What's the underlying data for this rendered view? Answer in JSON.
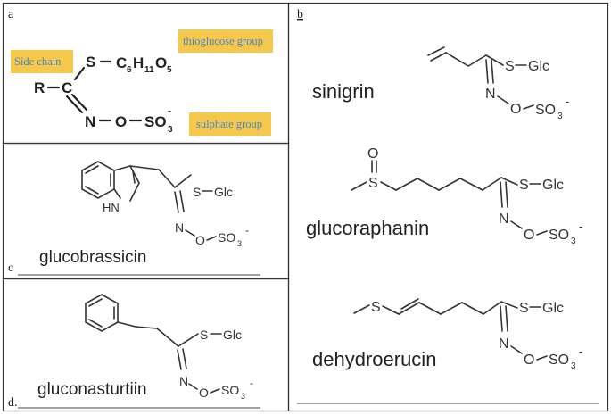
{
  "panels": {
    "a": {
      "letter": "a",
      "side_chain_label": "Side chain",
      "thioglucose_label": "thioglucose group",
      "sulphate_label": "sulphate group",
      "atom_r": "R",
      "atom_c": "C",
      "atom_s": "S",
      "atom_n": "N",
      "atom_o": "O",
      "sugar_c": "C",
      "sugar_c_sub": "6",
      "sugar_h": "H",
      "sugar_h_sub": "11",
      "sugar_o": "O",
      "sugar_o_sub": "5",
      "so3": "SO",
      "so3_sub": "3",
      "so3_sup": "-"
    },
    "b": {
      "letter": "b",
      "compounds": [
        {
          "name": "sinigrin"
        },
        {
          "name": "glucoraphanin"
        },
        {
          "name": "dehydroerucin"
        }
      ]
    },
    "c": {
      "letter": "c",
      "name": "glucobrassicin",
      "hn": "HN"
    },
    "d": {
      "letter": "d.",
      "name": "gluconasturtiin"
    }
  },
  "common": {
    "s_glc": "S —Glc",
    "s": "S",
    "glc": "Glc",
    "n": "N",
    "o": "O",
    "so": "SO",
    "sub3": "3",
    "minus": "-"
  },
  "colors": {
    "highlight": "#f5c84c",
    "highlight_text": "#4a86c5",
    "border": "#333333"
  }
}
